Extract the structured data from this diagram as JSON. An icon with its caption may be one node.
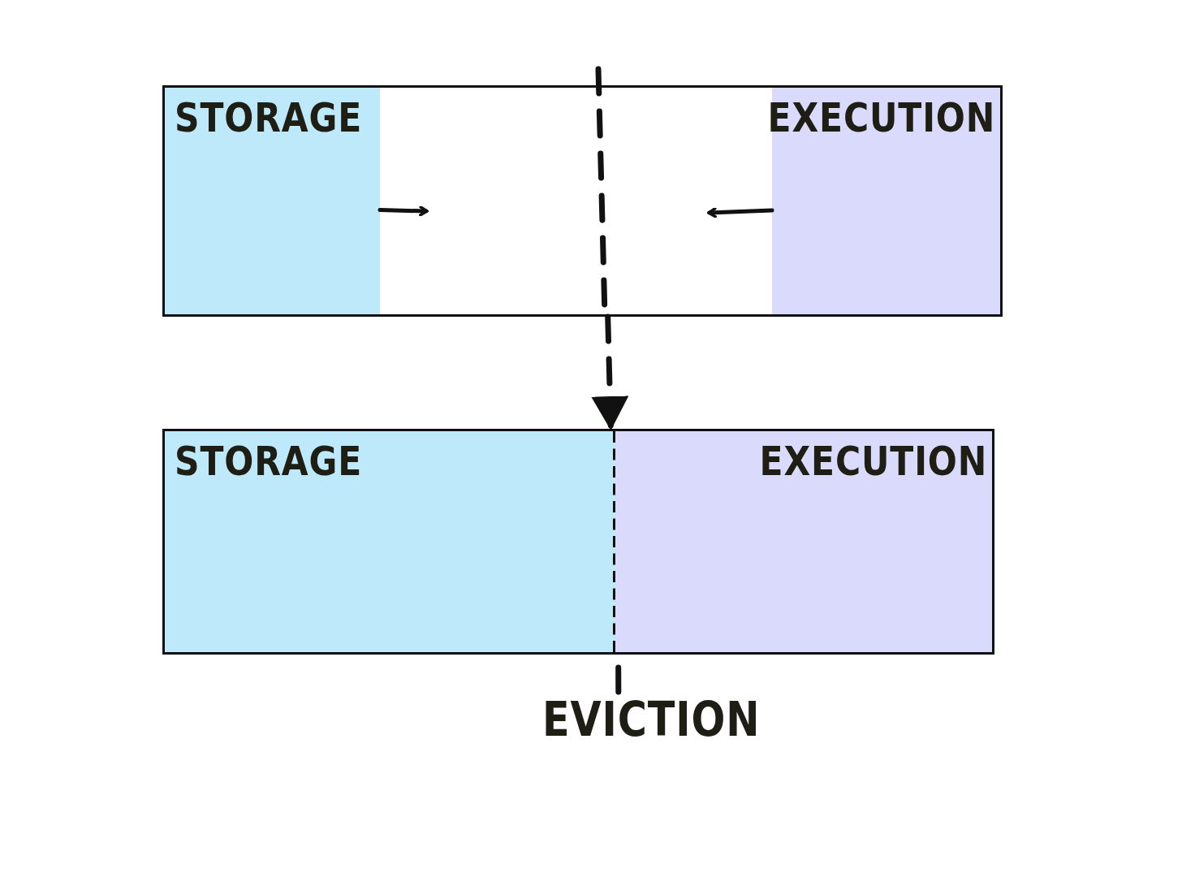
{
  "diagram": {
    "nodes": [
      {
        "text": [],
        "shape": "bar"
      },
      {
        "text": [
          "STORAGE"
        ],
        "in": 0
      },
      {
        "text": [
          "EXECUTION"
        ],
        "in": 0
      },
      {
        "text": [],
        "shape": "bar"
      },
      {
        "text": [
          "STORAGE"
        ],
        "in": 3
      },
      {
        "text": [
          "EXECUTION"
        ],
        "in": 3
      },
      {
        "text": [
          "EVICTION"
        ]
      }
    ],
    "edges": [
      {
        "from": 1,
        "to": null,
        "arrow": "to"
      },
      {
        "from": 2,
        "to": null,
        "arrow": "to"
      },
      {
        "from": 0,
        "to": 3,
        "arrow": "to",
        "style": "dashed",
        "color": "#111111"
      },
      {
        "from": 6,
        "to": 3,
        "arrow": "none",
        "style": "dashed"
      }
    ]
  }
}
